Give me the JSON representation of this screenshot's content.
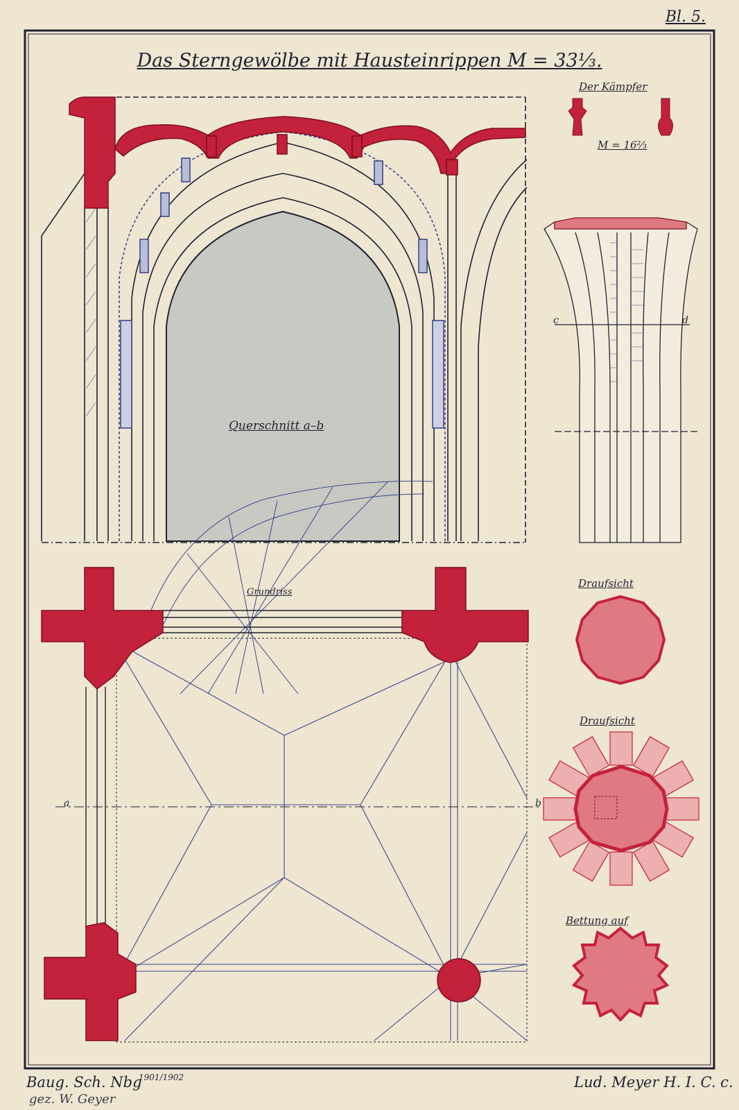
{
  "sheet_number": "Bl. 5.",
  "title": "Das Sterngewölbe mit Hausteinrippen M = 33⅓.",
  "kaempfer": {
    "label": "Der Kämpfer",
    "scale": "M = 16⅔"
  },
  "section_label": "Querschnitt a–b",
  "plan_label": "Grundriss",
  "plan_axis": {
    "left": "a",
    "right": "b"
  },
  "column_axis": {
    "left": "c",
    "right": "d"
  },
  "top_view_1": "Draufsicht",
  "top_view_2": "Draufsicht",
  "bedding": "Bettung auf",
  "footer_left": "Baug. Sch. Nbg",
  "footer_year": "1901/1902",
  "footer_right": "Lud. Meyer H. I. C. c.",
  "signature": "gez. W. Geyer",
  "colors": {
    "paper": "#efe6d2",
    "red": "#c4213a",
    "pink": "#e07a82",
    "ink": "#1f2230",
    "blue": "#3a4a8a",
    "gray": "#c9c9c4"
  }
}
